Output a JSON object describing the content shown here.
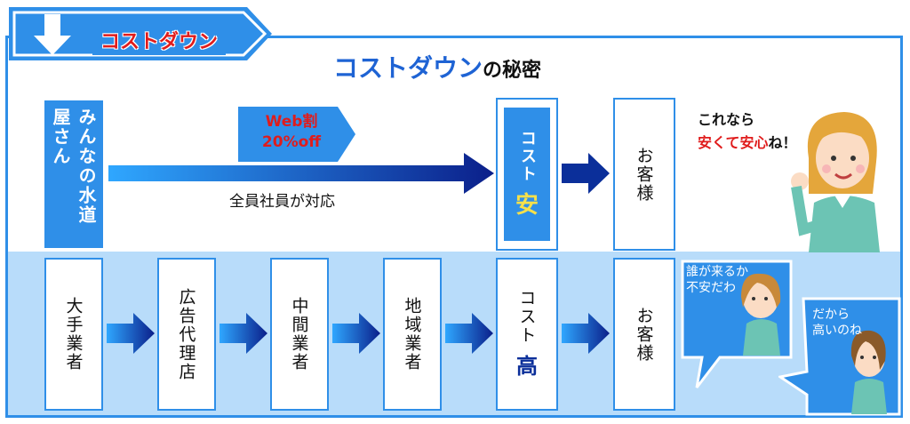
{
  "header": {
    "tab_label": "コストダウン",
    "heading_main": "コストダウン",
    "heading_sub": "の秘密"
  },
  "top_row": {
    "company": "みんなの水道屋さん",
    "discount_line1": "Web割",
    "discount_line2": "20%off",
    "staff_note": "全員社員が対応",
    "cost_prefix": "コスト",
    "cost_suffix": "安",
    "customer": "お客様",
    "speech_line1": "これなら",
    "speech_strong": "安くて安心",
    "speech_tail": "ね！"
  },
  "bottom_row": {
    "steps": [
      "大手業者",
      "広告代理店",
      "中間業者",
      "地域業者"
    ],
    "cost_prefix": "コスト",
    "cost_suffix": "高",
    "customer": "お客様",
    "bubble1_line1": "誰が来るか",
    "bubble1_line2": "不安だわ",
    "bubble2_line1": "だから",
    "bubble2_line2": "高いのね"
  },
  "colors": {
    "primary_blue": "#2f8fe8",
    "accent_red": "#e01c1c",
    "dark_navy": "#0b1f8a",
    "light_band": "#b8dcfa",
    "yellow": "#f7e04a"
  }
}
